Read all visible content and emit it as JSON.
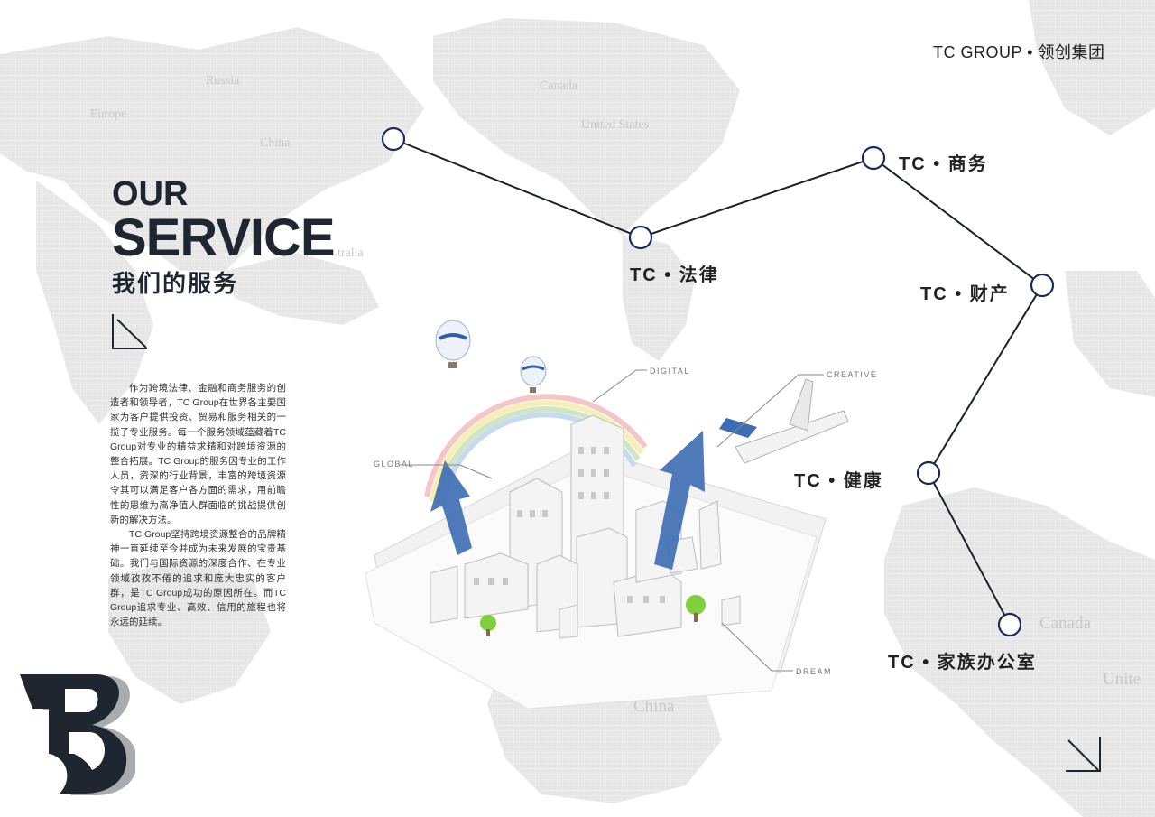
{
  "brand": "TC GROUP • 领创集团",
  "heading": {
    "line1": "OUR",
    "line2": "SERVICE",
    "cn": "我们的服务"
  },
  "paragraphs": [
    "作为跨境法律、金融和商务服务的创造者和领导者，TC Group在世界各主要国家为客户提供投资、贸易和服务相关的一揽子专业服务。每一个服务领域蕴藏着TC Group对专业的精益求精和对跨境资源的整合拓展。TC Group的服务因专业的工作人员，资深的行业背景，丰富的跨境资源令其可以满足客户各方面的需求，用前瞻性的思维为高净值人群面临的挑战提供创新的解决方法。",
    "TC Group坚持跨境资源整合的品牌精神一直延续至今并成为未来发展的宝贵基础。我们与国际资源的深度合作、在专业领域孜孜不倦的追求和庞大忠实的客户群，是TC Group成功的原因所在。而TC Group追求专业、高效、信用的旅程也将永远的延续。"
  ],
  "services": [
    "TC • 商务",
    "TC • 法律",
    "TC • 财产",
    "TC • 健康",
    "TC • 家族办公室"
  ],
  "illustration_tags": [
    "DIGITAL",
    "CREATIVE",
    "GLOBAL",
    "DREAM"
  ],
  "map_labels": [
    "Russia",
    "Europe",
    "China",
    "Canada",
    "United  States",
    "tralia",
    "China",
    "Canada",
    "Unite"
  ],
  "colors": {
    "accent": "#1b2a5a",
    "text": "#1f2630",
    "map": "#dcdcdc"
  },
  "icons": {
    "arrow": "arrow-down-right-icon",
    "logo": "b-letter-logo"
  }
}
